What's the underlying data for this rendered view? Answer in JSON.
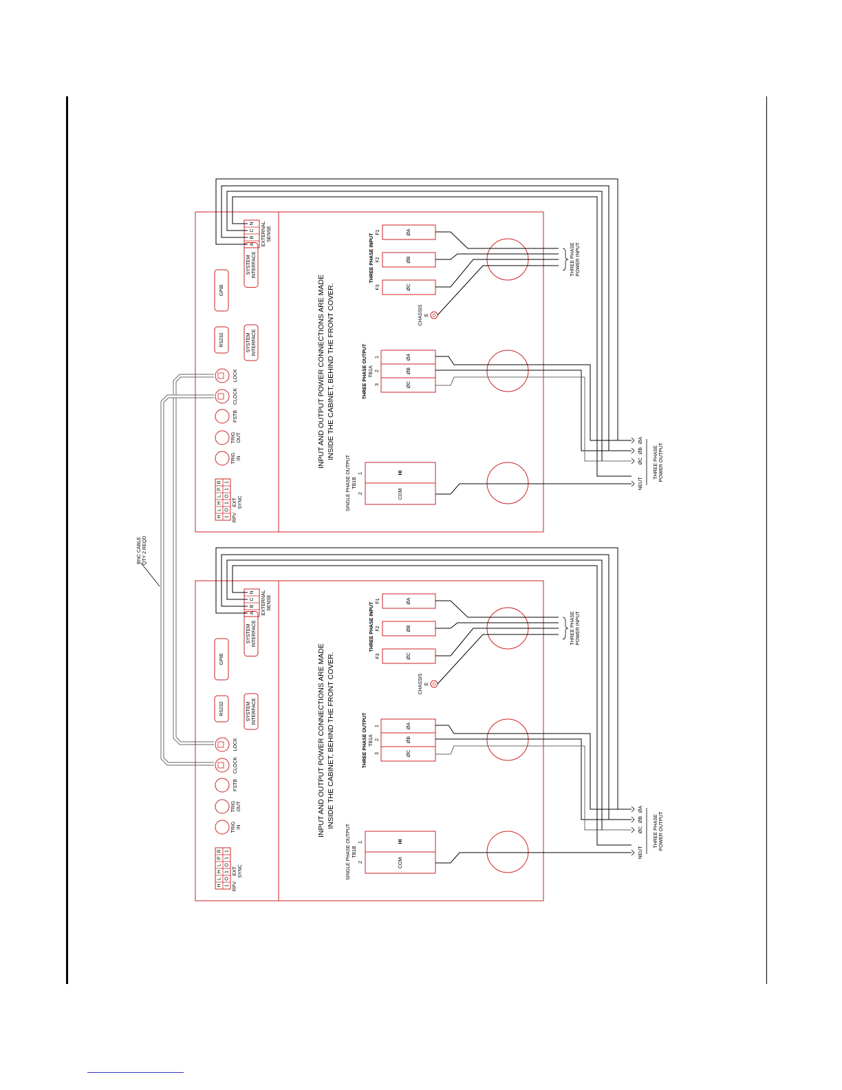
{
  "units": [
    {
      "id": "top",
      "rpv": "RPV",
      "ext_sync": "EXT",
      "ext_sync2": "SYNC",
      "rpv_pins": [
        "H",
        "L",
        "H",
        "L",
        "P",
        "R"
      ],
      "rpv_pins2": [
        "1",
        "O",
        "1",
        "O",
        "1",
        "1"
      ],
      "trig_in": [
        "TRIG",
        "IN"
      ],
      "trig_out": [
        "TRIG",
        "OUT"
      ],
      "fstb": "FSTB",
      "clock": "CLOCK",
      "lock": "LOCK",
      "rs232": "RS232",
      "gpib": "GPIB",
      "sysint1": [
        "SYSTEM",
        "INTERFACE"
      ],
      "sysint2": [
        "SYSTEM",
        "INTERFACE"
      ],
      "ext_sense": [
        "EXTERNAL",
        "SENSE"
      ],
      "sense_pins": [
        "A",
        "B",
        "C",
        "N"
      ],
      "note": [
        "INPUT AND OUTPUT POWER CONNECTIONS ARE MADE",
        "INSIDE THE CABINET, BEHIND THE FRONT COVER."
      ],
      "single_phase": [
        "SINGLE PHASE OUTPUT",
        "TB1B"
      ],
      "sp_terms": [
        "HI",
        "COM"
      ],
      "sp_nums": [
        "1",
        "2"
      ],
      "three_out": [
        "THREE PHASE OUTPUT",
        "TB1A"
      ],
      "to_terms": [
        "ØA",
        "ØB",
        "ØC"
      ],
      "to_nums": [
        "1",
        "2",
        "3"
      ],
      "chassis": [
        "CHASSIS",
        "E"
      ],
      "three_in": "THREE PHASE INPUT",
      "ti_terms": [
        "ØA",
        "ØB",
        "ØC"
      ],
      "ti_fuses": [
        "F1",
        "F2",
        "F3"
      ],
      "power_input": [
        "THREE PHASE",
        "POWER INPUT"
      ],
      "power_output": [
        "THREE PHASE",
        "POWER OUTPUT"
      ],
      "out_phases": [
        "ØA",
        "ØB",
        "ØC",
        "NEUT"
      ]
    },
    {
      "id": "bottom",
      "rpv": "RPV",
      "ext_sync": "EXT",
      "ext_sync2": "SYNC",
      "rpv_pins": [
        "H",
        "L",
        "H",
        "L",
        "P",
        "R"
      ],
      "rpv_pins2": [
        "1",
        "O",
        "1",
        "O",
        "1",
        "1"
      ],
      "trig_in": [
        "TRIG",
        "IN"
      ],
      "trig_out": [
        "TRIG",
        "OUT"
      ],
      "fstb": "FSTB",
      "clock": "CLOCK",
      "lock": "LOCK",
      "rs232": "RS232",
      "gpib": "GPIB",
      "sysint1": [
        "SYSTEM",
        "INTERFACE"
      ],
      "sysint2": [
        "SYSTEM",
        "INTERFACE"
      ],
      "ext_sense": [
        "EXTERNAL",
        "SENSE"
      ],
      "sense_pins": [
        "A",
        "B",
        "C",
        "N"
      ],
      "note": [
        "INPUT AND OUTPUT POWER CONNECTIONS ARE MADE",
        "INSIDE THE CABINET, BEHIND THE FRONT COVER."
      ],
      "single_phase": [
        "SINGLE PHASE OUTPUT",
        "TB1B"
      ],
      "sp_terms": [
        "HI",
        "COM"
      ],
      "sp_nums": [
        "1",
        "2"
      ],
      "three_out": [
        "THREE PHASE OUTPUT",
        "TB1A"
      ],
      "to_terms": [
        "ØA",
        "ØB",
        "ØC"
      ],
      "to_nums": [
        "1",
        "2",
        "3"
      ],
      "chassis": [
        "CHASSIS",
        "E"
      ],
      "three_in": "THREE PHASE INPUT",
      "ti_terms": [
        "ØA",
        "ØB",
        "ØC"
      ],
      "ti_fuses": [
        "F1",
        "F2",
        "F3"
      ],
      "power_input": [
        "THREE PHASE",
        "POWER INPUT"
      ],
      "power_output": [
        "THREE PHASE",
        "POWER OUTPUT"
      ],
      "out_phases": [
        "ØA",
        "ØB",
        "ØC",
        "NEUT"
      ]
    }
  ],
  "bnc_cable": [
    "BNC CABLE",
    "QTY 2 REQD"
  ],
  "colors": {
    "panel": "#cc2222",
    "wire": "#000000",
    "cable": "#666666"
  }
}
